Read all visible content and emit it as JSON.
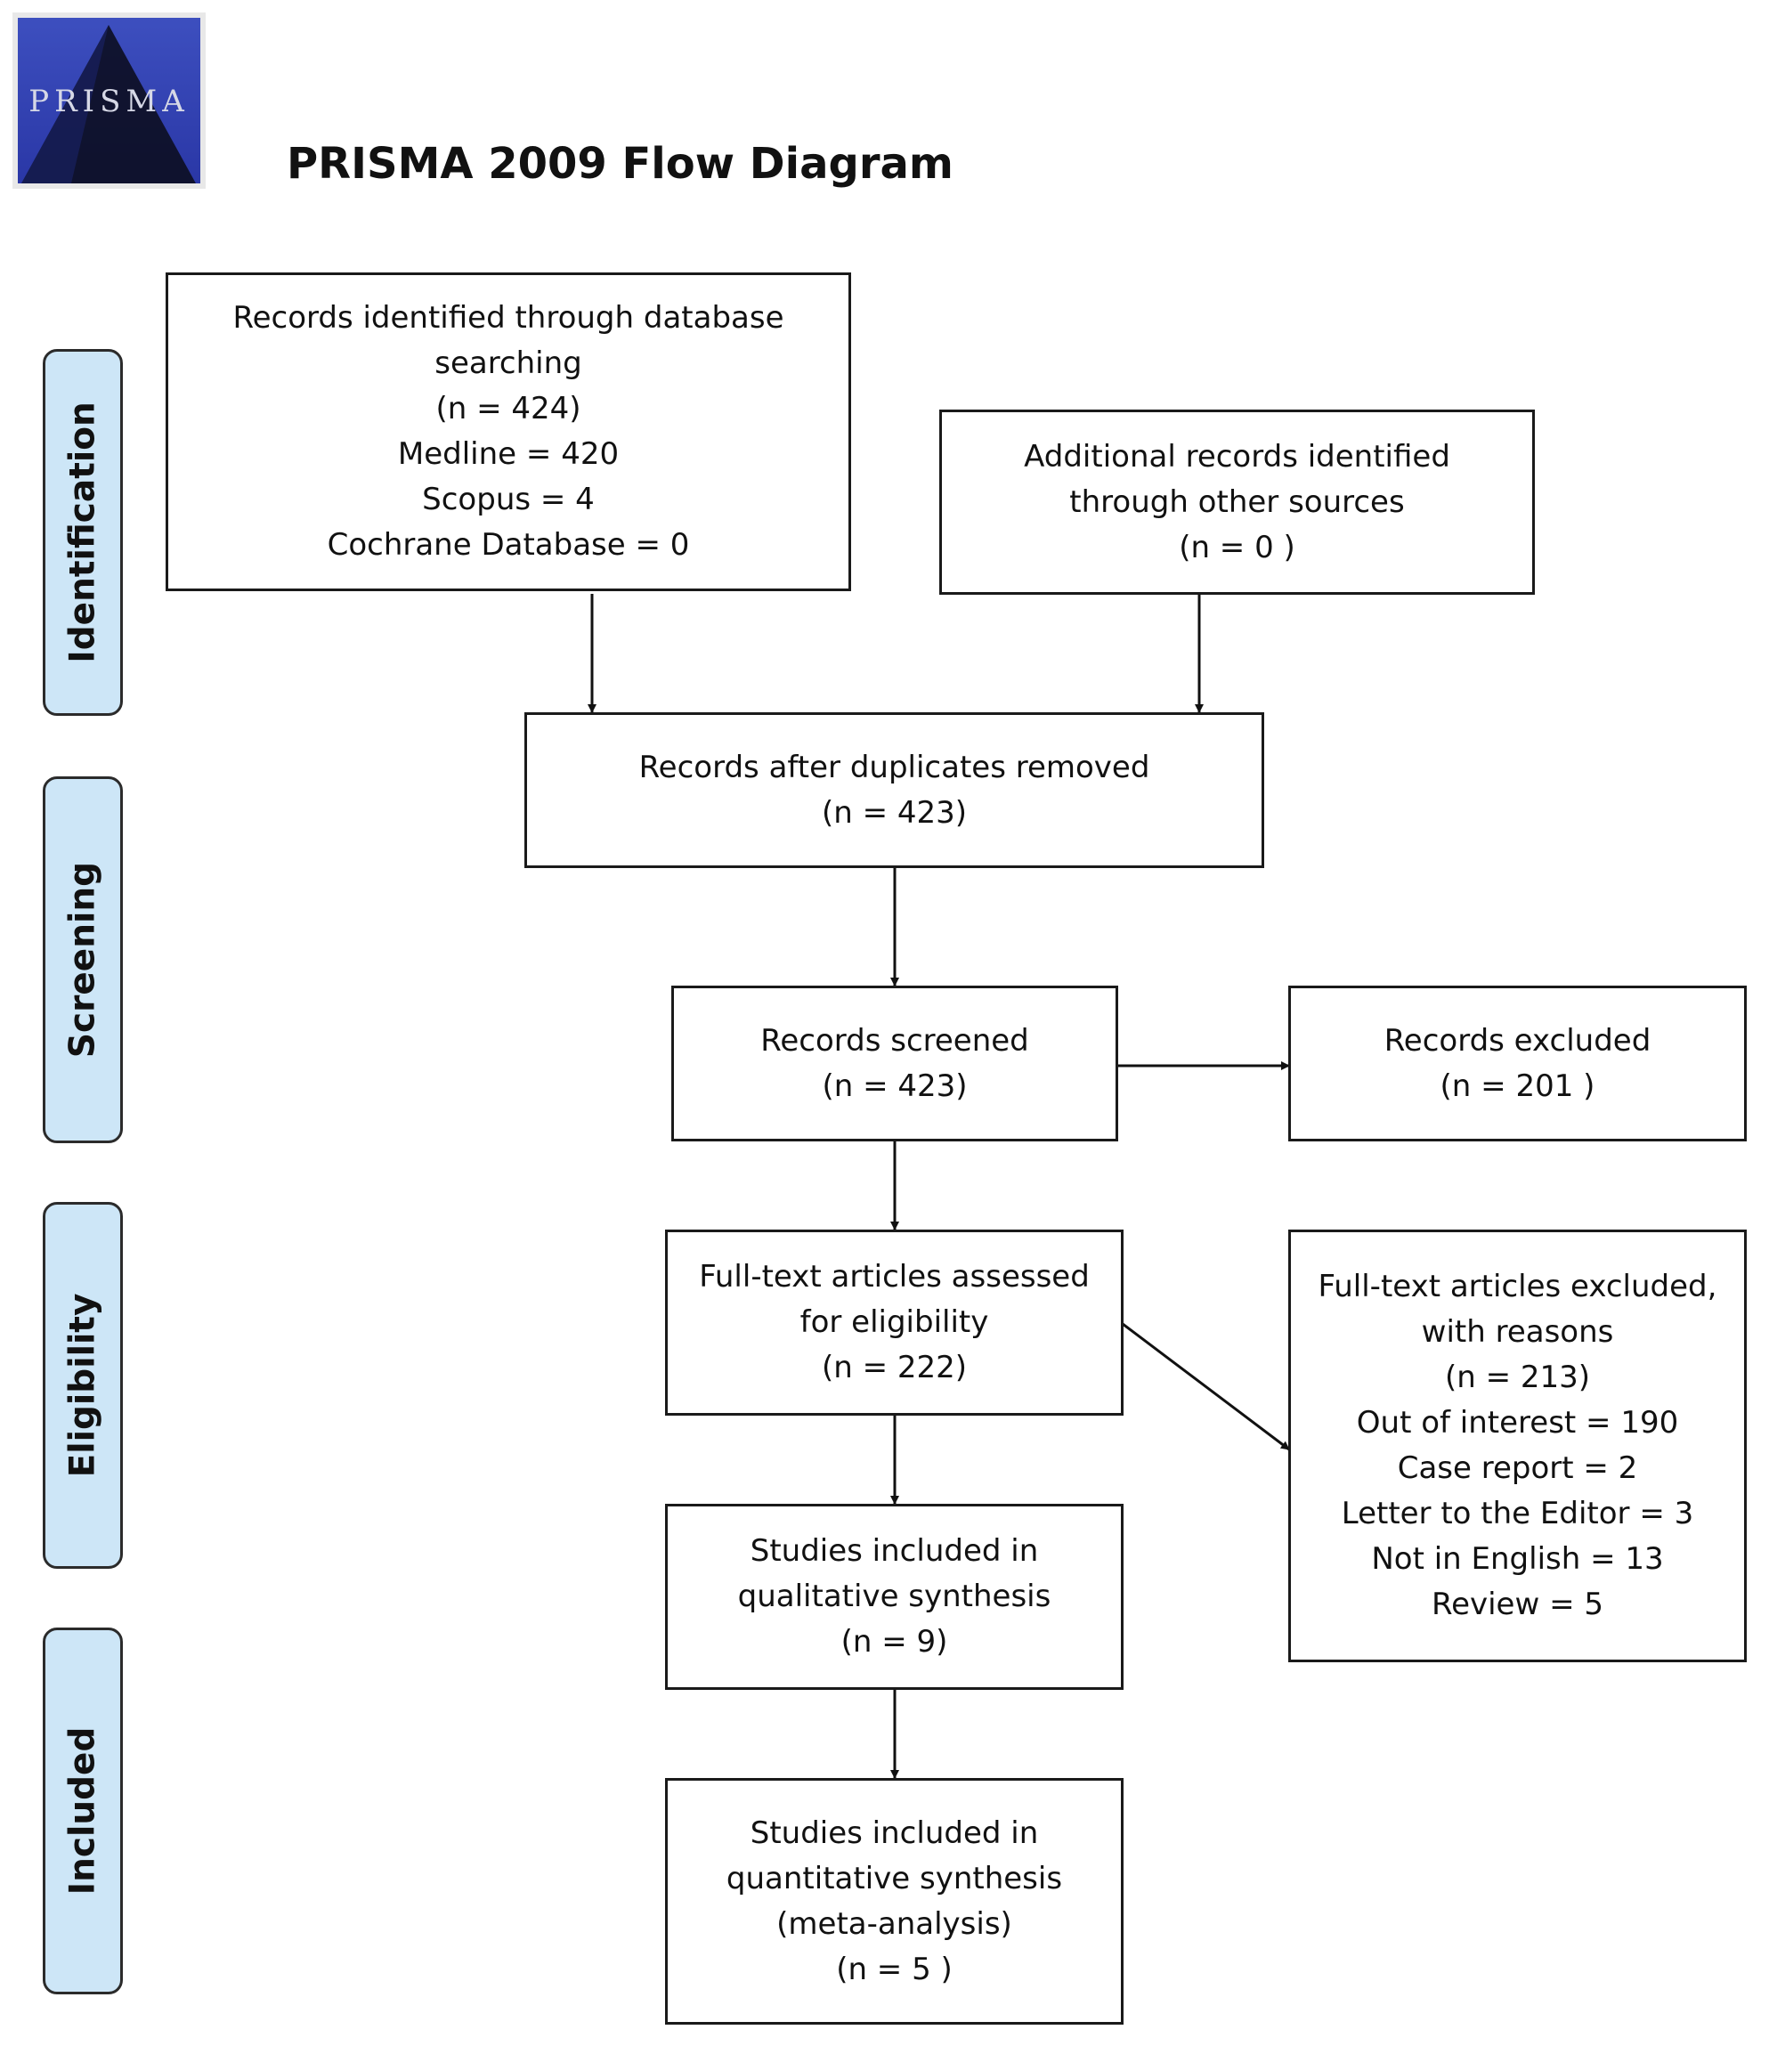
{
  "logo": {
    "text": "PRISMA"
  },
  "title": "PRISMA 2009 Flow Diagram",
  "stages": {
    "identification": "Identification",
    "screening": "Screening",
    "eligibility": "Eligibility",
    "included": "Included"
  },
  "boxes": {
    "database_search": {
      "line1": "Records identified through database",
      "line2": "searching",
      "line3": "(n = 424)",
      "line4": "Medline = 420",
      "line5": "Scopus = 4",
      "line6": "Cochrane Database = 0"
    },
    "other_sources": {
      "line1": "Additional records identified",
      "line2": "through other sources",
      "line3": "(n = 0 )"
    },
    "duplicates_removed": {
      "line1": "Records after duplicates removed",
      "line2": "(n = 423)"
    },
    "screened": {
      "line1": "Records screened",
      "line2": "(n = 423)"
    },
    "excluded": {
      "line1": "Records excluded",
      "line2": "(n = 201 )"
    },
    "fulltext_assessed": {
      "line1": "Full-text articles assessed",
      "line2": "for eligibility",
      "line3": "(n = 222)"
    },
    "fulltext_excluded": {
      "line1": "Full-text articles excluded,",
      "line2": "with reasons",
      "line3": "(n = 213)",
      "line4": "Out of interest = 190",
      "line5": "Case report = 2",
      "line6": "Letter to the Editor = 3",
      "line7": "Not in English = 13",
      "line8": "Review = 5"
    },
    "qualitative": {
      "line1": "Studies included in",
      "line2": "qualitative synthesis",
      "line3": "(n = 9)"
    },
    "quantitative": {
      "line1": "Studies included in",
      "line2": "quantitative synthesis",
      "line3": "(meta-analysis)",
      "line4": "(n = 5 )"
    }
  },
  "colors": {
    "stage_fill": "#cde6f7",
    "border": "#1a1a1a",
    "logo_blue": "#2f3db0"
  }
}
